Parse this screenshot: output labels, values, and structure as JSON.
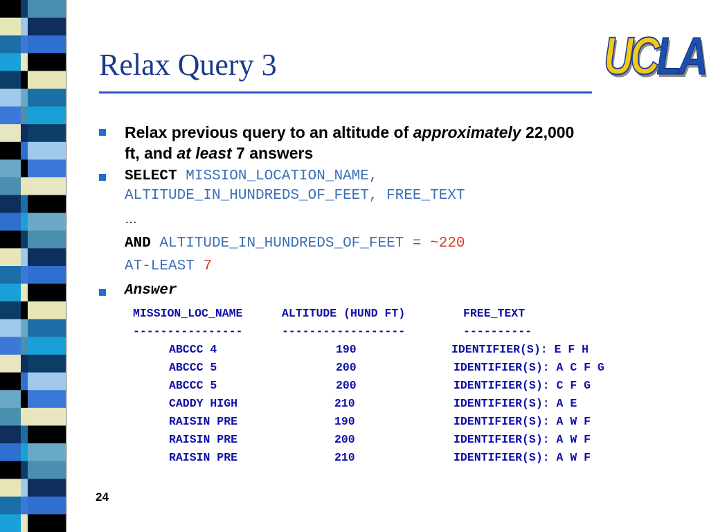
{
  "slide": {
    "title": "Relax Query 3",
    "logo": {
      "part1": "UC",
      "part2": "LA"
    },
    "page_number": "24"
  },
  "bullets": {
    "intro": {
      "text1": "Relax previous query to an altitude of ",
      "em1": "approximately",
      "text2": " 22,000",
      "text3": "ft, and ",
      "em2": "at least",
      "text4": " 7 answers"
    },
    "select": {
      "keyword": "SELECT",
      "line1": "MISSION_LOCATION_NAME,",
      "line2": "ALTITUDE_IN_HUNDREDS_OF_FEET, FREE_TEXT",
      "ellipsis": "…",
      "and_kw": "AND",
      "and_field": "ALTITUDE_IN_HUNDREDS_OF_FEET",
      "eq": "=",
      "approx_value": "~220",
      "atleast_kw": "AT-LEAST",
      "atleast_value": "7"
    },
    "answer_label": "Answer"
  },
  "result_table": {
    "headers": [
      "MISSION_LOC_NAME",
      "ALTITUDE (HUND FT)",
      "FREE_TEXT"
    ],
    "separators": [
      "----------------",
      "------------------",
      "----------"
    ],
    "rows": [
      [
        "ABCCC 4",
        "190",
        "IDENTIFIER(S): E F H"
      ],
      [
        "ABCCC 5",
        "200",
        "IDENTIFIER(S): A C F G"
      ],
      [
        "ABCCC 5",
        "200",
        "IDENTIFIER(S): C F G"
      ],
      [
        "CADDY HIGH",
        "210",
        "IDENTIFIER(S): A E"
      ],
      [
        "RAISIN PRE",
        "190",
        "IDENTIFIER(S): A W F"
      ],
      [
        "RAISIN PRE",
        "200",
        "IDENTIFIER(S): A W F"
      ],
      [
        "RAISIN PRE",
        "210",
        "IDENTIFIER(S): A W F"
      ]
    ]
  },
  "colors": {
    "title": "#1a3a8c",
    "bullet": "#1e6fc9",
    "sql_identifier": "#3b6fb8",
    "highlight_value": "#d93a1e",
    "table_text": "#1010a8"
  }
}
